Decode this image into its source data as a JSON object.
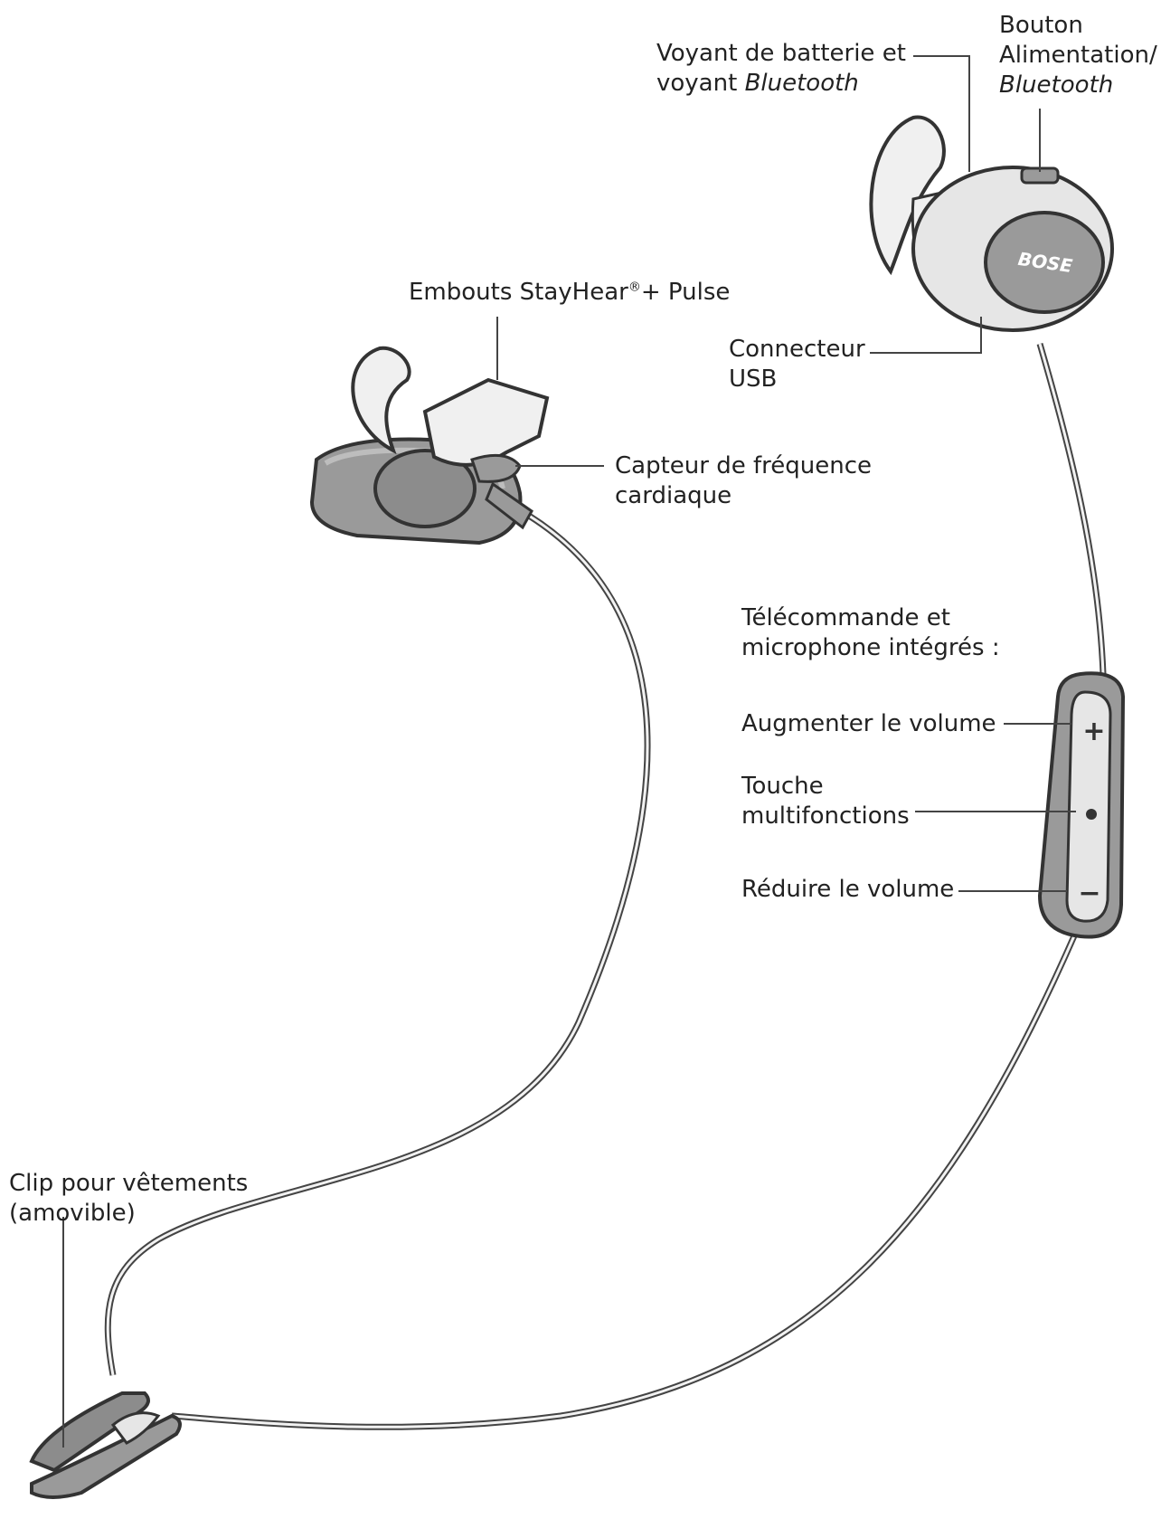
{
  "colors": {
    "ink": "#222222",
    "line": "#444444",
    "body_fill": "#e6e6e6",
    "dark_fill": "#9a9a9a",
    "tip_fill": "#f0f0f0"
  },
  "labels": {
    "battery_led": {
      "line1": "Voyant de batterie et",
      "line2_prefix": "voyant ",
      "line2_italic": "Bluetooth"
    },
    "power_button": {
      "line1": "Bouton",
      "line2": "Alimentation/",
      "line3_italic": "Bluetooth"
    },
    "eartips": {
      "text_before": "Embouts StayHear",
      "reg": "®",
      "text_after": "+ Pulse"
    },
    "usb": {
      "line1": "Connecteur",
      "line2": "USB"
    },
    "heart_rate": {
      "line1": "Capteur de fréquence",
      "line2": "cardiaque"
    },
    "remote": {
      "line1": "Télécommande et",
      "line2": "microphone intégrés :"
    },
    "volume_up": {
      "text": "Augmenter le volume"
    },
    "multifunction": {
      "line1": "Touche",
      "line2": "multifonctions"
    },
    "volume_down": {
      "text": "Réduire le volume"
    },
    "clip": {
      "line1": "Clip pour vêtements",
      "line2": "(amovible)"
    }
  },
  "product_marks": {
    "logo": "BOSE",
    "plus": "+",
    "minus": "−"
  }
}
